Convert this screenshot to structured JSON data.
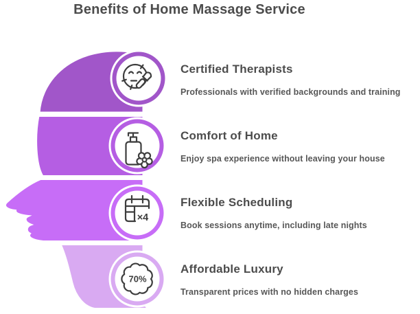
{
  "title": "Benefits of Home Massage Service",
  "colors": {
    "band1": "#a156c9",
    "band2": "#b55ee3",
    "band3": "#c76df7",
    "band4": "#d9aaf2",
    "title_text": "#4c4c4c",
    "description_text": "#575757",
    "icon_stroke": "#3d3d3d",
    "separator": "#ffffff"
  },
  "items": [
    {
      "heading": "Certified Therapists",
      "description": "Professionals with verified backgrounds and training",
      "icon": "facial-treatment-icon",
      "color": "#a156c9"
    },
    {
      "heading": "Comfort of Home",
      "description": "Enjoy spa experience without leaving your house",
      "icon": "lotion-bottle-icon",
      "color": "#b55ee3"
    },
    {
      "heading": "Flexible Scheduling",
      "description": "Book sessions anytime, including late nights",
      "icon": "calendar-icon",
      "badge_text": "×4",
      "color": "#c76df7"
    },
    {
      "heading": "Affordable Luxury",
      "description": "Transparent prices with no hidden charges",
      "icon": "discount-badge-icon",
      "badge_text": "70%",
      "color": "#d9aaf2"
    }
  ]
}
